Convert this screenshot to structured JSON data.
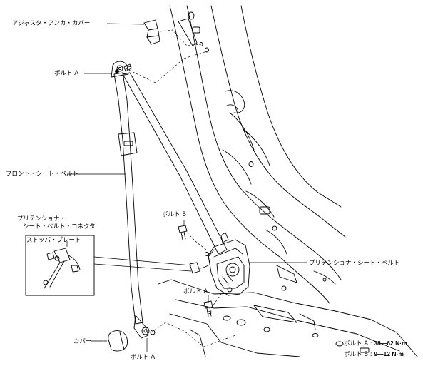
{
  "labels": {
    "adjuster_anchor_cover": "アジャスタ・アンカ・カバー",
    "bolt_a_top": "ボルト A",
    "front_seat_belt": "フロント・シート・ベルト",
    "pretensioner_connector_line1": "プリテンショナ・",
    "pretensioner_connector_line2": "シート・ベルト・コネクタ",
    "stopper_plate": "ストッパ・プレート",
    "bolt_b": "ボルト B",
    "pretensioner_seat_belt": "プリテンショナ・シート・ベルト",
    "bolt_a_mid": "ボルト A",
    "cover": "カバー",
    "bolt_a_bottom": "ボルト A"
  },
  "torque": {
    "a_label": "ボルト A :",
    "a_value": "38—62 N·m",
    "b_label": "ボルト B :",
    "b_value": "9—12 N·m"
  }
}
